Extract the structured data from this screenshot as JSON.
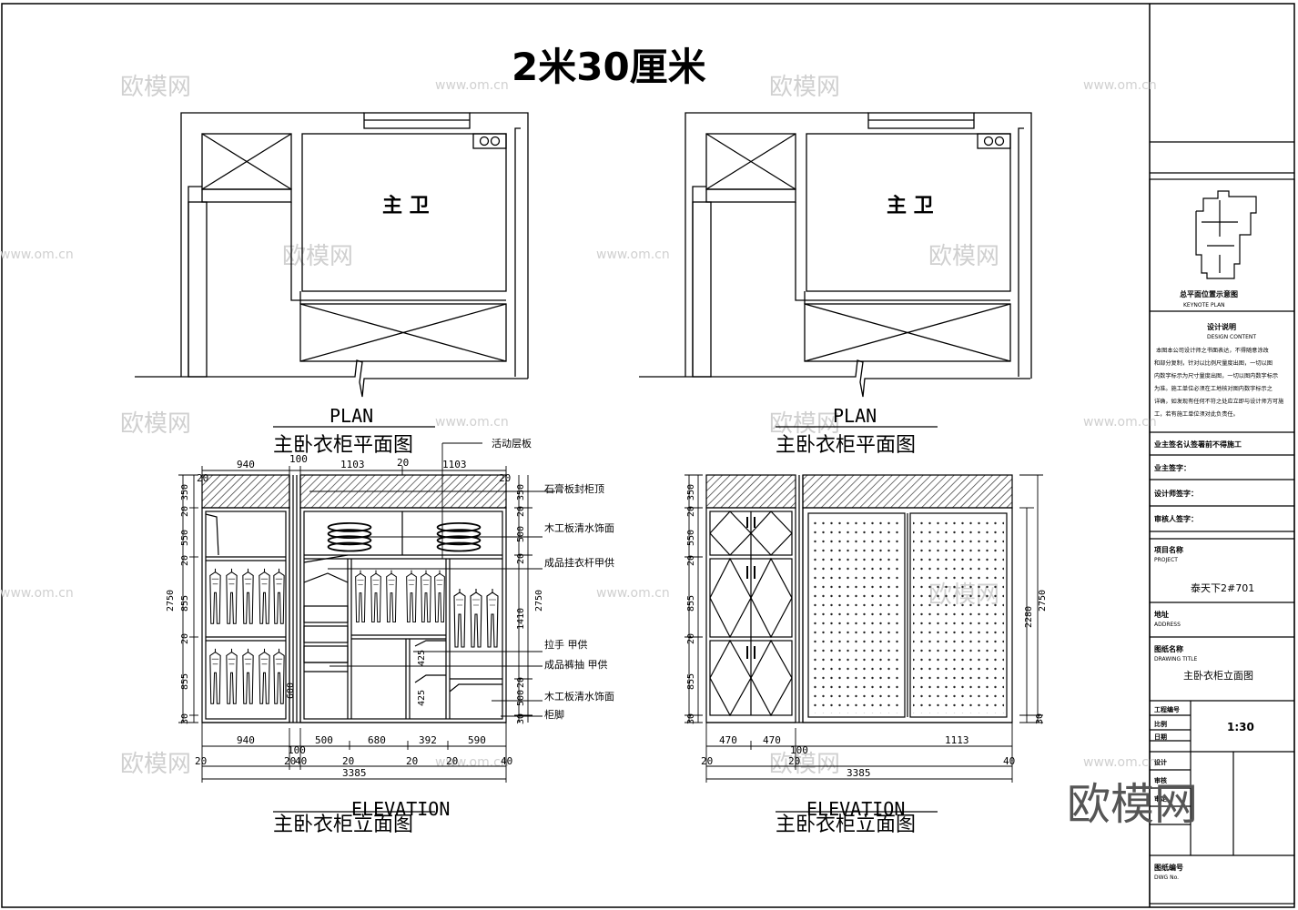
{
  "title": "2米30厘米",
  "plan_left": {
    "room_label": "主 卫",
    "caption_en": "PLAN",
    "caption_cn": "主卧衣柜平面图"
  },
  "plan_right": {
    "room_label": "主 卫",
    "caption_en": "PLAN",
    "caption_cn": "主卧衣柜平面图"
  },
  "elev_left": {
    "caption_en": "ELEVATION",
    "caption_cn": "主卧衣柜立面图",
    "top_dims": [
      "940",
      "1103",
      "1103",
      "20",
      "20",
      "20",
      "100"
    ],
    "bottom_dims": [
      "940",
      "500",
      "680",
      "392",
      "590"
    ],
    "bottom_dims2": [
      "20",
      "20",
      "40",
      "20",
      "20",
      "20",
      "40",
      "100"
    ],
    "total": "3385",
    "left_dims": [
      "350",
      "20",
      "550",
      "20",
      "855",
      "20",
      "855",
      "30",
      "2750"
    ],
    "right_dims": [
      "350",
      "20",
      "500",
      "20",
      "1410",
      "20",
      "500",
      "30",
      "2750"
    ],
    "inner_dims": [
      "425",
      "425",
      "600"
    ],
    "callouts": [
      "活动层板",
      "石膏板封柜顶",
      "木工板清水饰面",
      "成品挂衣杆甲供",
      "拉手 甲供",
      "成品裤抽 甲供",
      "木工板清水饰面",
      "柜脚"
    ]
  },
  "elev_right": {
    "caption_en": "ELEVATION",
    "caption_cn": "主卧衣柜立面图",
    "bottom_dims": [
      "470",
      "470",
      "1113"
    ],
    "bottom_dims2": [
      "20",
      "20",
      "40",
      "100"
    ],
    "total": "3385",
    "left_dims": [
      "350",
      "20",
      "550",
      "20",
      "855",
      "20",
      "855",
      "30"
    ],
    "right_dims": [
      "2280",
      "2750",
      "30"
    ]
  },
  "title_block": {
    "plan_caption": "总平面位置示意图",
    "plan_caption_en": "KEYNOTE PLAN",
    "note_title": "设计说明",
    "note_title_en": "DESIGN CONTENT",
    "note_lines": [
      "本图本公司设计师之书面表达，不得随意涂改",
      "和部分复制，针对以比例尺量度出图，一切以图",
      "内数字标示为尺寸量度出图，一切以图内数字标示",
      "为准。施工单位必须在工地核对图内数字标示之",
      "详确，如发现有任何不符之处应立即与设计师方可施",
      "工，若有施工单位须对此负责任。"
    ],
    "owner_confirm": "业主签名认签署前不得施工",
    "owner_sign": "业主签字：",
    "designer_sign": "设计师签字：",
    "reviewer_sign": "审核人签字：",
    "project_name_label": "项目名称",
    "project_name_label_en": "PROJECT",
    "project_name": "泰天下2#701",
    "address_label": "地址",
    "address_label_en": "ADDRESS",
    "drawing_name_label": "图纸名称",
    "drawing_name_label_en": "DRAWING TITLE",
    "drawing_name": "主卧衣柜立面图",
    "rows": [
      "工程编号",
      "比例",
      "日期",
      "设计",
      "审核",
      "审定"
    ],
    "scale": "1:30",
    "footer_label": "图纸编号",
    "footer_label_en": "DWG No."
  },
  "watermark": {
    "brand": "欧模网",
    "url": "www.om.cn"
  }
}
